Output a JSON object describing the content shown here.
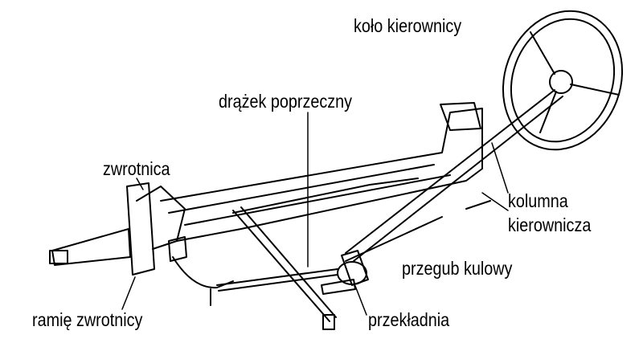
{
  "labels": {
    "steering_wheel": "koło kierownicy",
    "tie_rod": "drążek poprzeczny",
    "knuckle": "zwrotnica",
    "column_line1": "kolumna",
    "column_line2": "kierownicza",
    "ball_joint": "przegub kulowy",
    "knuckle_arm": "ramię zwrotnicy",
    "gear": "przekładnia"
  }
}
